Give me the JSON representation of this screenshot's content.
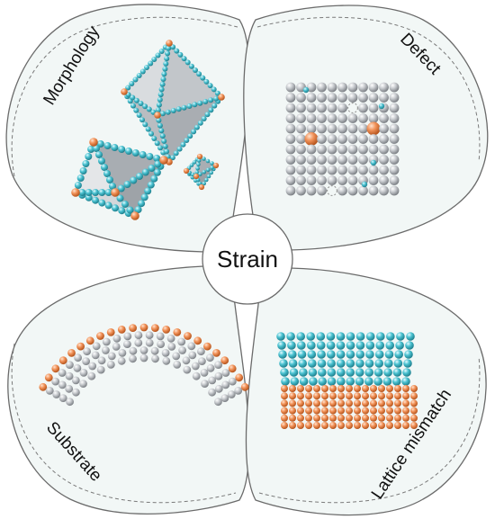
{
  "center": {
    "label": "Strain"
  },
  "petals": [
    {
      "id": "morphology",
      "label": "Morphology"
    },
    {
      "id": "defect",
      "label": "Defect"
    },
    {
      "id": "substrate",
      "label": "Substrate"
    },
    {
      "id": "lattice-mismatch",
      "label": "Lattice mismatch"
    }
  ],
  "colors": {
    "petal_fill": "#f1f7f6",
    "petal_stroke": "#6b6b6b",
    "atom_gray": "#b8bcc0",
    "atom_cyan": "#3fb8c8",
    "atom_orange": "#f08a4b",
    "atom_white": "#f0f0f0"
  }
}
